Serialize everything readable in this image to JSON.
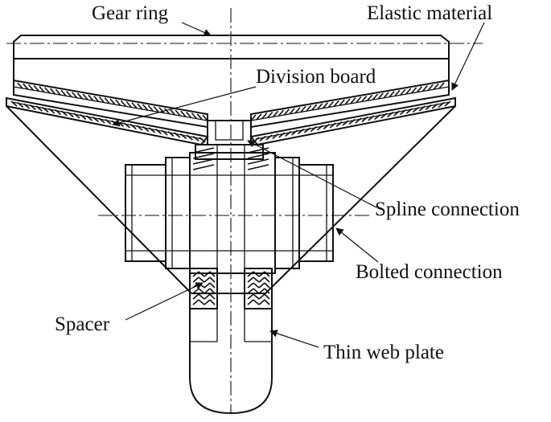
{
  "labels": {
    "gear_ring": "Gear ring",
    "elastic_material": "Elastic material",
    "division_board": "Division board",
    "spline_connection": "Spline connection",
    "bolted_connection": "Bolted connection",
    "spacer": "Spacer",
    "thin_web_plate": "Thin web plate"
  },
  "colors": {
    "ink": "#111111",
    "background": "#ffffff"
  }
}
